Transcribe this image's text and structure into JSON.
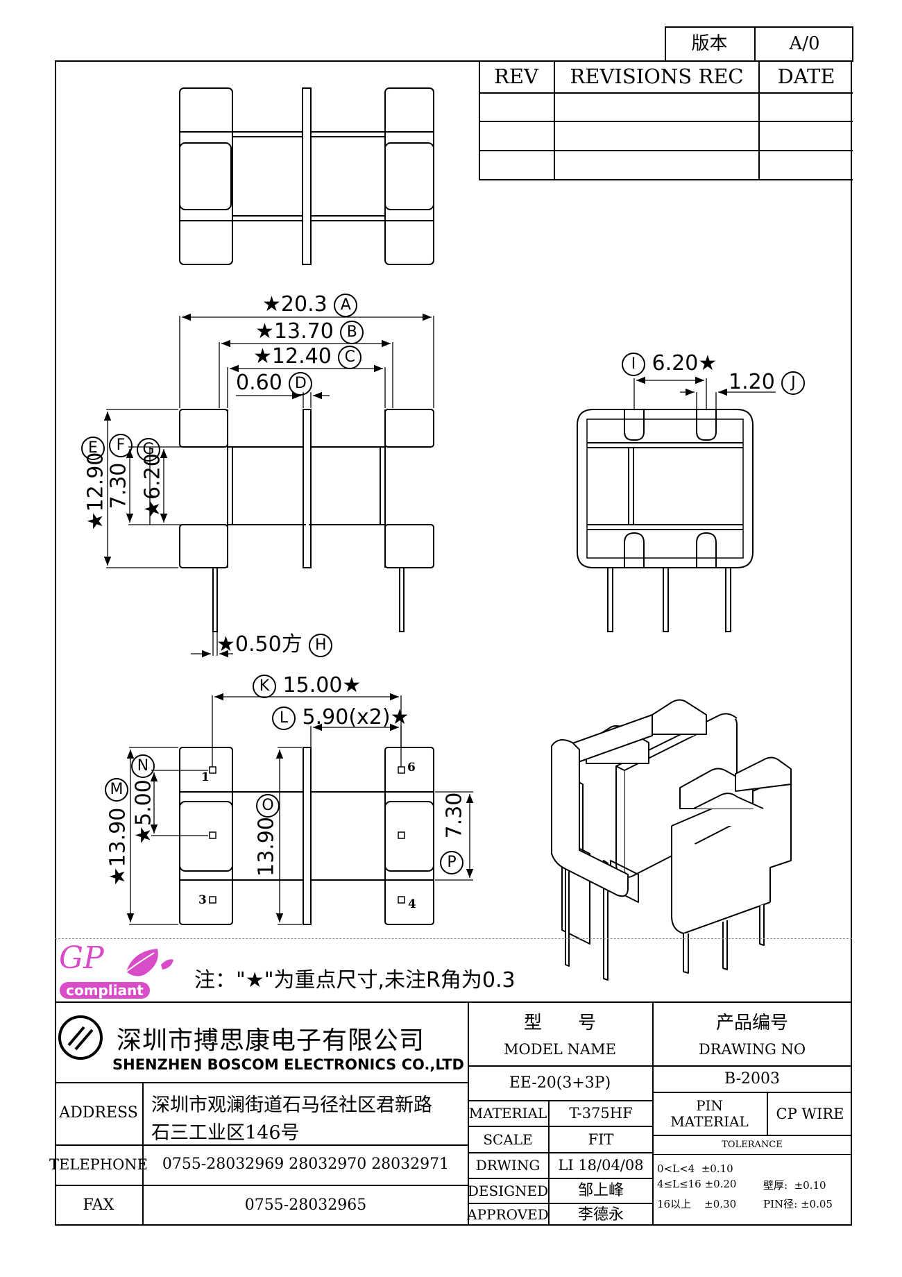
{
  "version_box": {
    "label": "版本",
    "value": "A/0"
  },
  "revision_table": {
    "headers": [
      "REV",
      "REVISIONS REC",
      "DATE"
    ],
    "rows": [
      [
        "",
        "",
        ""
      ],
      [
        "",
        "",
        ""
      ],
      [
        "",
        "",
        ""
      ]
    ]
  },
  "dimensions": {
    "A": {
      "value": "★20.3",
      "letter": "A"
    },
    "B": {
      "value": "★13.70",
      "letter": "B"
    },
    "C": {
      "value": "★12.40",
      "letter": "C"
    },
    "D": {
      "value": "0.60",
      "letter": "D"
    },
    "E": {
      "value": "★12.90",
      "letter": "E"
    },
    "F": {
      "value": "7.30",
      "letter": "F"
    },
    "G": {
      "value": "★6.20",
      "letter": "G"
    },
    "H": {
      "value": "★0.50方",
      "letter": "H"
    },
    "I": {
      "value": "6.20★",
      "letter": "I"
    },
    "J": {
      "value": "1.20",
      "letter": "J"
    },
    "K": {
      "value": "15.00★",
      "letter": "K"
    },
    "L": {
      "value": "5.90(x2)★",
      "letter": "L"
    },
    "M": {
      "value": "★13.90",
      "letter": "M"
    },
    "N": {
      "value": "★5.00",
      "letter": "N"
    },
    "O": {
      "value": "13.90",
      "letter": "O"
    },
    "P": {
      "value": "7.30",
      "letter": "P"
    }
  },
  "pins": [
    "1",
    "6",
    "3",
    "4"
  ],
  "logo": {
    "gp": "GP",
    "compliant": "compliant"
  },
  "note": "注：\"★\"为重点尺寸,未注R角为0.3",
  "company": {
    "name_cn": "深圳市搏思康电子有限公司",
    "name_en": "SHENZHEN BOSCOM ELECTRONICS CO.,LTD"
  },
  "title_block": {
    "model_label_cn": "型　　号",
    "model_label_en": "MODEL NAME",
    "model_value": "EE-20(3+3P)",
    "drawing_label_cn": "产品编号",
    "drawing_label_en": "DRAWING NO",
    "drawing_value": "B-2003",
    "address_label": "ADDRESS",
    "address_line1": "深圳市观澜街道石马径社区君新路",
    "address_line2": "石三工业区146号",
    "telephone_label": "TELEPHONE",
    "telephone_value": "0755-28032969 28032970 28032971",
    "fax_label": "FAX",
    "fax_value": "0755-28032965",
    "material_label": "MATERIAL",
    "material_value": "T-375HF",
    "scale_label": "SCALE",
    "scale_value": "FIT",
    "drawing_row_label": "DRWING",
    "drawing_row_value": "LI 18/04/08",
    "designed_label": "DESIGNED",
    "designed_value": "邹上峰",
    "approved_label": "APPROVED",
    "approved_value": "李德永",
    "pin_material_label": "PIN MATERIAL",
    "pin_material_value": "CP WIRE",
    "tolerance_label": "TOLERANCE",
    "tolerance_lines": [
      "0<L<4  ±0.10",
      "4≤L≤16 ±0.20",
      "16以上    ±0.30"
    ],
    "tolerance_right": [
      "壁厚:  ±0.10",
      "PIN径: ±0.05"
    ]
  }
}
